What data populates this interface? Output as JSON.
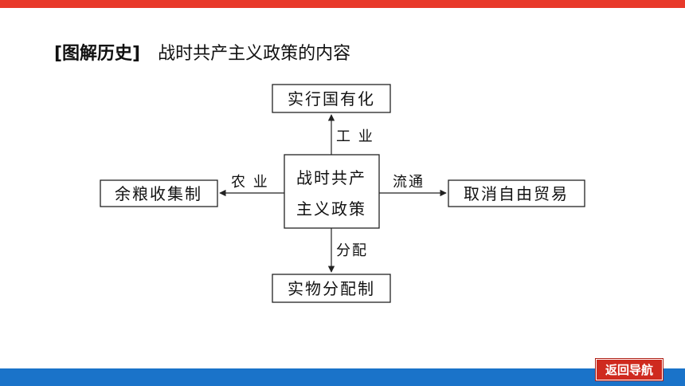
{
  "heading": {
    "tag": "[图解历史]",
    "title": "战时共产主义政策的内容"
  },
  "diagram": {
    "center_line1": "战时共产",
    "center_line2": "主义政策",
    "top_node": "实行国有化",
    "top_label": "工 业",
    "left_node": "余粮收集制",
    "left_label": "农 业",
    "right_node": "取消自由贸易",
    "right_label": "流通",
    "bottom_node": "实物分配制",
    "bottom_label": "分配"
  },
  "nav": {
    "back_label": "返回导航"
  },
  "colors": {
    "top_bar": "#e8392a",
    "bottom_bar": "#1a73c9",
    "button": "#cf2a1f"
  }
}
